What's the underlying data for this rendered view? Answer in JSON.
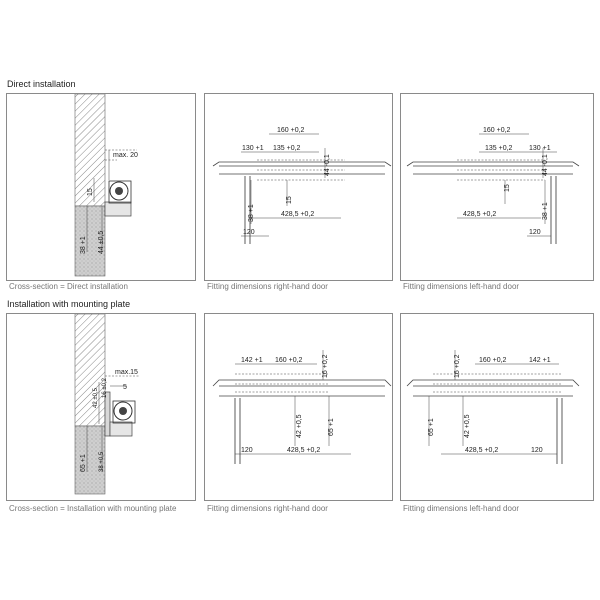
{
  "sections": {
    "direct": "Direct installation",
    "plate": "Installation with mounting plate"
  },
  "captions": {
    "p1": "Cross-section = Direct installation",
    "p2": "Fitting dimensions right-hand door",
    "p3": "Fitting dimensions left-hand door",
    "p4": "Cross-section = Installation with mounting plate",
    "p5": "Fitting dimensions right-hand door",
    "p6": "Fitting dimensions left-hand door"
  },
  "labels": {
    "p1": {
      "max": "max. 20",
      "d15": "15",
      "d38": "38 +1",
      "d44": "44 ±0,5"
    },
    "p2": {
      "d160": "160 +0,2",
      "d130": "130 +1",
      "d135": "135 +0,2",
      "d44": "44 -0,1",
      "d15": "15",
      "d38": "38 +1",
      "d428": "428,5 +0,2",
      "d120": "120"
    },
    "p3": {
      "d160": "160 +0,2",
      "d135": "135 +0,2",
      "d130": "130 +1",
      "d44": "44 -0,1",
      "d15": "15",
      "d428": "428,5 +0,2",
      "d38": "38 +1",
      "d120": "120"
    },
    "p4": {
      "max": "max.15",
      "d5": "5",
      "d42": "42 ±0,5",
      "d16": "16 ±0,2",
      "d65": "65 +1",
      "d38": "38 +0,5"
    },
    "p5": {
      "d142": "142 +1",
      "d160": "160 +0,2",
      "d16": "16 +0,2",
      "d42": "42 +0,5",
      "d65": "65 +1",
      "d120": "120",
      "d428": "428,5 +0,2"
    },
    "p6": {
      "d160": "160 +0,2",
      "d142": "142 +1",
      "d16": "16 +0,2",
      "d65": "65 +1",
      "d42": "42 +0,5",
      "d428": "428,5 +0,2",
      "d120": "120"
    }
  }
}
